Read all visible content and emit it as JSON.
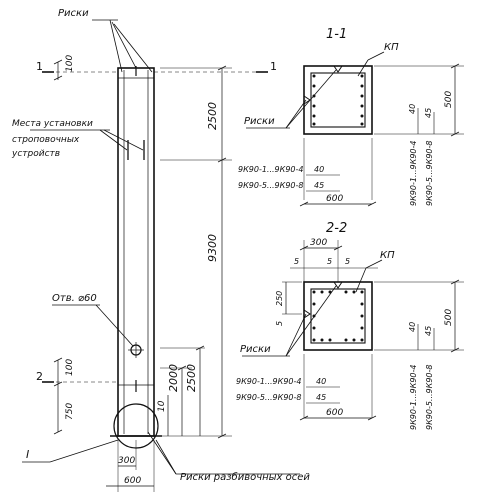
{
  "labels": {
    "riski_top": "Риски",
    "mounting_places_line1": "Места установки",
    "mounting_places_line2": "строповочных",
    "mounting_places_line3": "устройств",
    "hole": "Отв. ⌀60",
    "riski_sec1": "Риски",
    "riski_sec2": "Риски",
    "riski_axes": "Риски разбивочных осей",
    "detail_mark": "I",
    "kp1": "КП",
    "kp2": "КП"
  },
  "section_marks": {
    "s1_left": "1",
    "s1_right": "1",
    "s2_left": "2",
    "s1_title": "1-1",
    "s2_title": "2-2"
  },
  "dimensions": {
    "top_100": "100",
    "d2500_top": "2500",
    "d9300": "9300",
    "d2500_bottom": "2500",
    "d2000": "2000",
    "d10": "10",
    "d100_bottom": "100",
    "d750": "750",
    "d300_base": "300",
    "d600_base": "600",
    "s1_500": "500",
    "s1_600": "600",
    "s1_40": "40",
    "s1_45": "45",
    "s2_300": "300",
    "s2_5a": "5",
    "s2_5b": "5",
    "s2_5c": "5",
    "s2_250": "250",
    "s2_5d": "5",
    "s2_500": "500",
    "s2_600": "600",
    "s2_40": "40",
    "s2_45": "45"
  },
  "marks": {
    "s1_row1": "9К90-1...9К90-4",
    "s1_row2": "9К90-5...9К90-8",
    "s1_vert1": "9К90-1...9К90-4",
    "s1_vert2": "9К90-5...9К90-8",
    "s2_row1": "9К90-1...9К90-4",
    "s2_row2": "9К90-5...9К90-8",
    "s2_vert1": "9К90-1...9К90-4",
    "s2_vert2": "9К90-5...9К90-8"
  }
}
